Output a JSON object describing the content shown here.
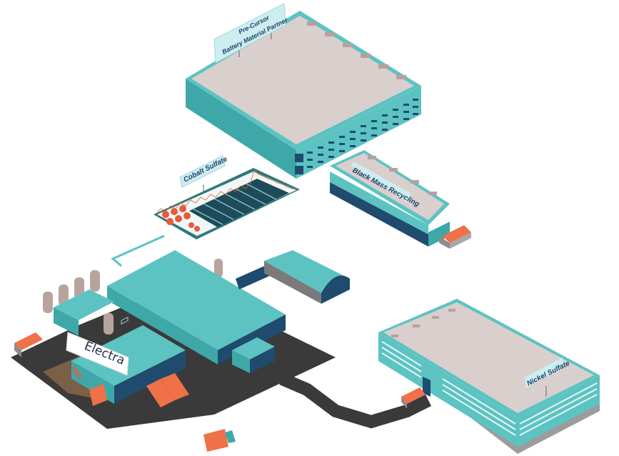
{
  "scene": {
    "description": "Isometric illustration of Electra battery materials industrial campus",
    "colors": {
      "roof": "#d9cfcd",
      "wall_teal": "#5cc3c2",
      "wall_teal_dark": "#3ea8a8",
      "window_navy": "#1e4b6e",
      "asphalt": "#3c3c3c",
      "truck_orange": "#f07048",
      "tank_gray": "#b8a49e",
      "sign_bg": "#cdeef0",
      "accent_red": "#e85a3a"
    }
  },
  "buildings": [
    {
      "id": "precursor",
      "label_line1": "Pre-Cursor",
      "label_line2": "Battery Material Partner"
    },
    {
      "id": "cobalt",
      "label": "Cobalt Sulfate"
    },
    {
      "id": "black_mass",
      "label": "Black Mass Recycling"
    },
    {
      "id": "electra_refinery",
      "label": "Electra"
    },
    {
      "id": "nickel",
      "label": "Nickel Sulfate"
    }
  ]
}
